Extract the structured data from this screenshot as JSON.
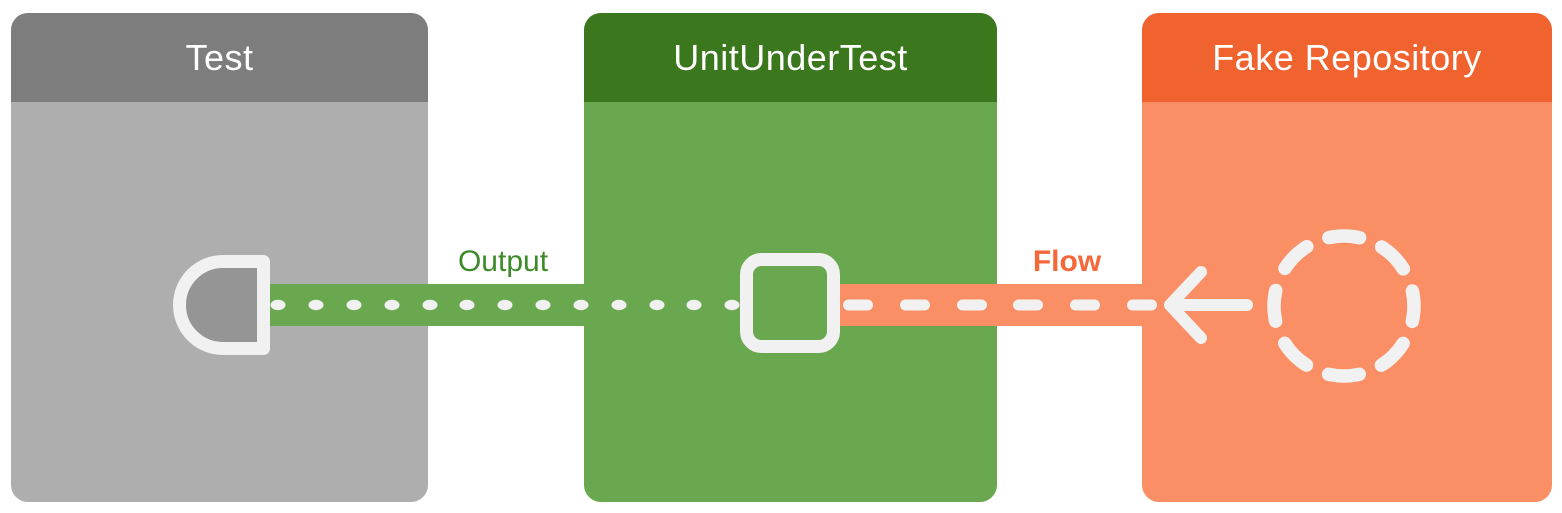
{
  "diagram": {
    "background_color": "#ffffff",
    "stroke_color": "#f1f1f1",
    "boxes": [
      {
        "id": "test",
        "title": "Test",
        "header_color": "#7d7d7d",
        "body_color": "#aeaeae",
        "port_icon": "socket-icon",
        "port_fill_color": "#959595"
      },
      {
        "id": "unit-under-test",
        "title": "UnitUnderTest",
        "header_color": "#3a771d",
        "body_color": "#6aa84f",
        "port_icon": "square-port-icon"
      },
      {
        "id": "fake-repository",
        "title": "Fake Repository",
        "header_color": "#f0632f",
        "body_color": "#fa8f66",
        "icon": "dashed-circle-icon"
      }
    ],
    "connectors": [
      {
        "id": "output",
        "label": "Output",
        "label_color": "#3d8b28",
        "band_color": "#6aa84f",
        "pattern": "dotted",
        "from": "UnitUnderTest",
        "to": "Test"
      },
      {
        "id": "flow",
        "label": "Flow",
        "label_color": "#f4683a",
        "band_color": "#fa8f66",
        "pattern": "dashed",
        "from": "Fake Repository",
        "to": "UnitUnderTest",
        "arrow_direction": "left"
      }
    ]
  }
}
